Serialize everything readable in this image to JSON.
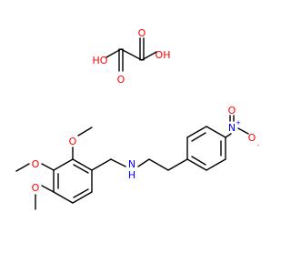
{
  "diagram": {
    "colors": {
      "bond": "#000000",
      "oxygen": "#ff0000",
      "nitrogen": "#0000ff",
      "background": "#ffffff"
    },
    "oxalic_acid": {
      "atoms": {
        "ho_left": "HO",
        "oh_right": "OH",
        "o_bottom_left": "O",
        "o_top_right": "O"
      }
    },
    "main_molecule": {
      "atoms": {
        "o_methoxy_1": "O",
        "o_methoxy_2": "O",
        "o_methoxy_3": "O",
        "amine_n": "N",
        "amine_h": "H",
        "nitro_n": "N",
        "nitro_n_charge": "+",
        "nitro_o_top": "O",
        "nitro_o_right": "O",
        "nitro_o_charge": "-"
      }
    }
  }
}
